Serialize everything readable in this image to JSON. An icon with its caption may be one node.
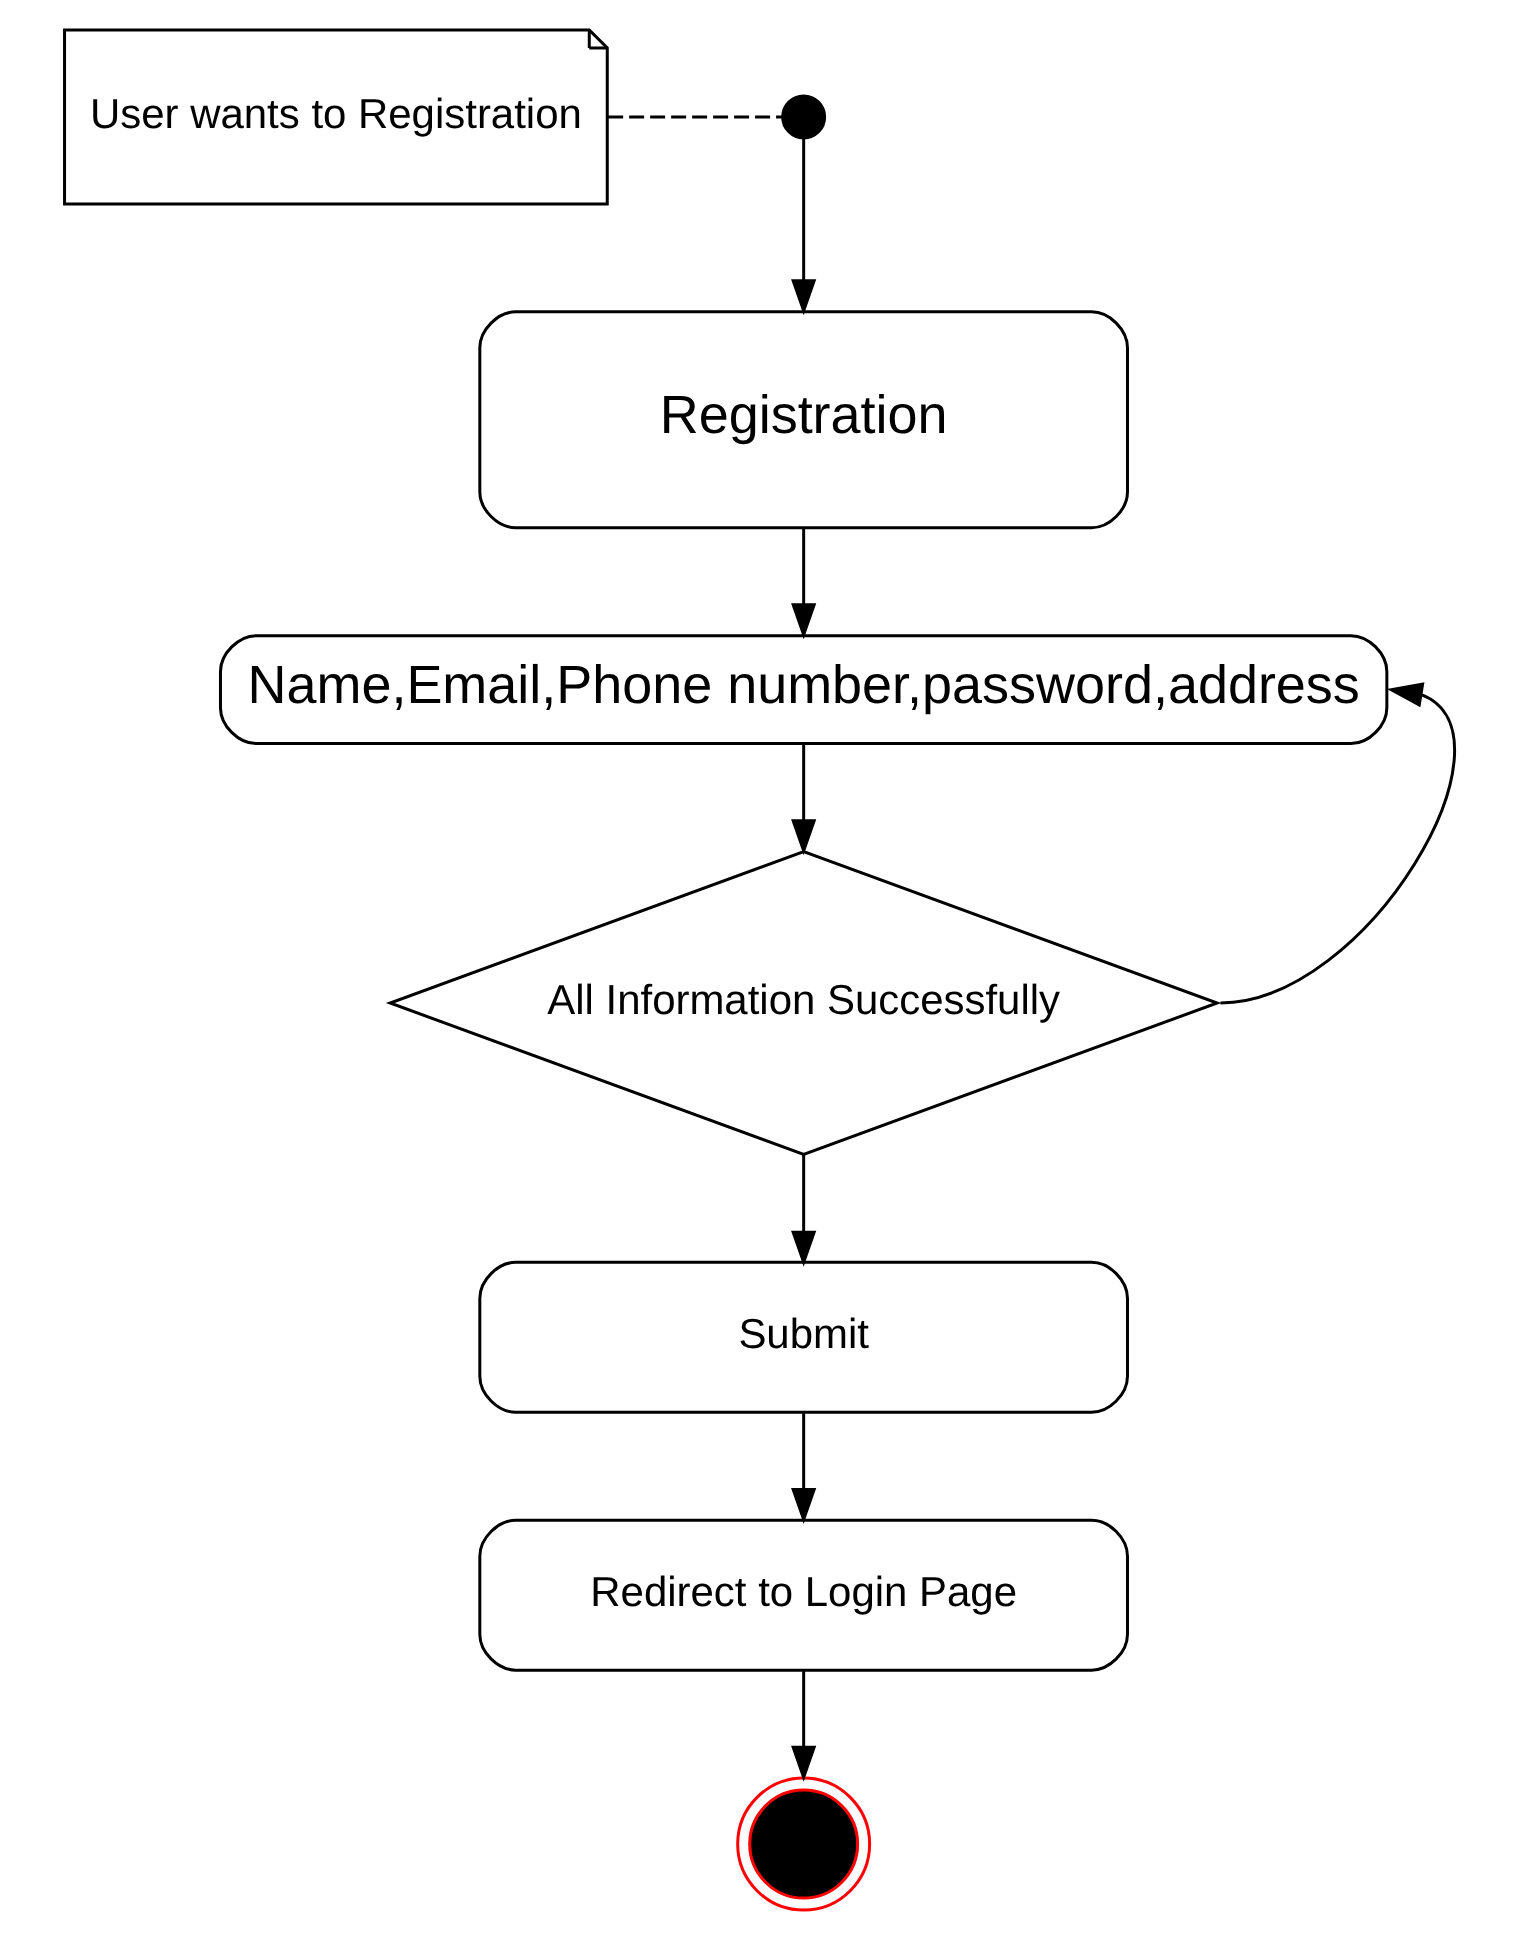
{
  "diagram": {
    "nodes": [
      {
        "text": [
          "User wants to Registration"
        ]
      },
      {
        "text": [],
        "shape": "circle"
      },
      {
        "text": [
          "Registration"
        ]
      },
      {
        "text": [
          "Name,Email,Phone number,password,address"
        ]
      },
      {
        "text": [
          "All Information Successfully"
        ]
      },
      {
        "text": [
          "Submit"
        ]
      },
      {
        "text": [
          "Redirect to Login Page"
        ]
      },
      {
        "text": [],
        "shape": "circle"
      }
    ],
    "edges": [
      {
        "from": 0,
        "to": 1,
        "arrow": "none",
        "style": "dashed"
      },
      {
        "from": 1,
        "to": 2,
        "arrow": "to"
      },
      {
        "from": 2,
        "to": 3,
        "arrow": "to"
      },
      {
        "from": 3,
        "to": 4,
        "arrow": "to"
      },
      {
        "from": 4,
        "to": 3,
        "arrow": "to"
      },
      {
        "from": 4,
        "to": 5,
        "arrow": "to"
      },
      {
        "from": 5,
        "to": 6,
        "arrow": "to"
      },
      {
        "from": 6,
        "to": 7,
        "arrow": "to"
      }
    ]
  }
}
